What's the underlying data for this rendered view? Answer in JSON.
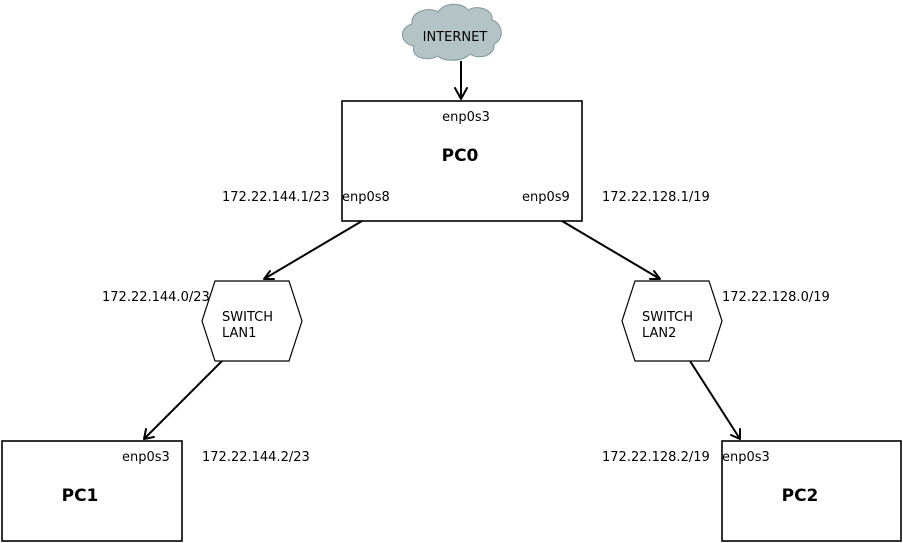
{
  "internet": {
    "label": "INTERNET",
    "color": "#b4c4c6"
  },
  "pc0": {
    "title": "PC0",
    "iface_top": "enp0s3",
    "iface_left": "enp0s8",
    "iface_right": "enp0s9",
    "ip_left": "172.22.144.1/23",
    "ip_right": "172.22.128.1/19"
  },
  "switch_lan1": {
    "line1": "SWITCH",
    "line2": "LAN1",
    "network": "172.22.144.0/23"
  },
  "switch_lan2": {
    "line1": "SWITCH",
    "line2": "LAN2",
    "network": "172.22.128.0/19"
  },
  "pc1": {
    "title": "PC1",
    "iface": "enp0s3",
    "ip": "172.22.144.2/23"
  },
  "pc2": {
    "title": "PC2",
    "iface": "enp0s3",
    "ip": "172.22.128.2/19"
  }
}
